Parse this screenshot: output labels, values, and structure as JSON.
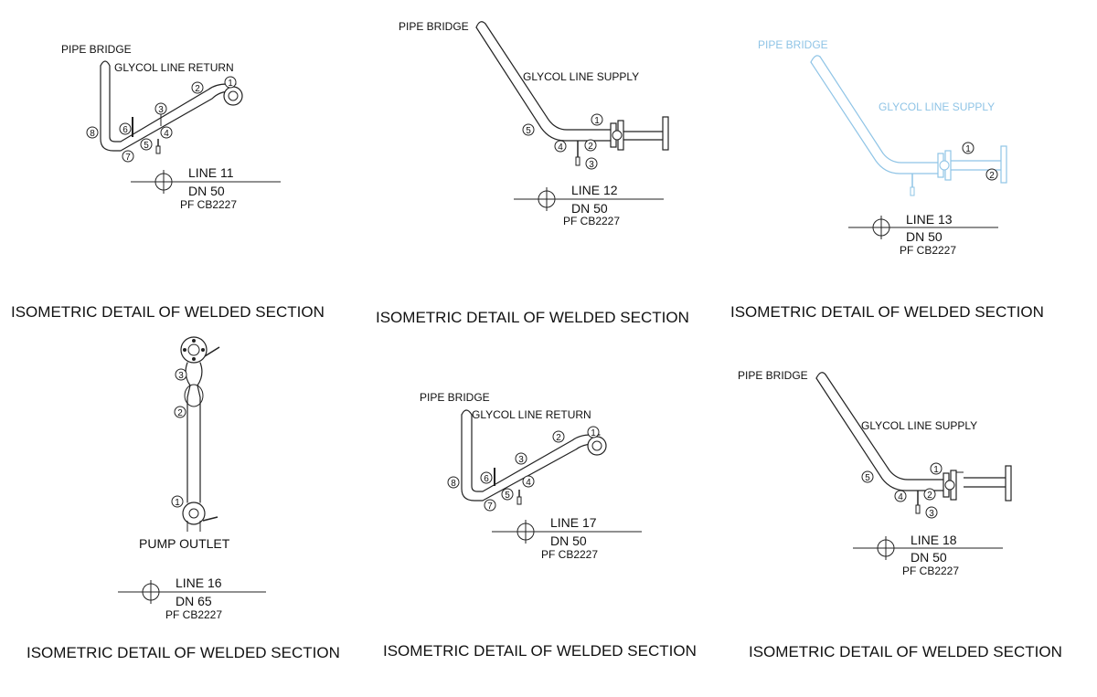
{
  "details": [
    {
      "labels": [
        "PIPE BRIDGE",
        "GLYCOL LINE RETURN"
      ],
      "tags": [
        "1",
        "2",
        "3",
        "4",
        "5",
        "6",
        "7",
        "8"
      ],
      "line": "LINE 11",
      "dn": "DN 50",
      "pf": "PF CB2227",
      "caption": "ISOMETRIC DETAIL OF WELDED SECTION"
    },
    {
      "labels": [
        "PIPE BRIDGE",
        "GLYCOL LINE SUPPLY"
      ],
      "tags": [
        "1",
        "2",
        "3",
        "4",
        "5"
      ],
      "line": "LINE 12",
      "dn": "DN 50",
      "pf": "PF CB2227",
      "caption": "ISOMETRIC DETAIL OF WELDED SECTION"
    },
    {
      "labels": [
        "PIPE BRIDGE",
        "GLYCOL LINE SUPPLY"
      ],
      "tags": [
        "1",
        "2"
      ],
      "line": "LINE 13",
      "dn": "DN 50",
      "pf": "PF CB2227",
      "caption": "ISOMETRIC DETAIL OF WELDED SECTION",
      "color": "#8fc4e6"
    },
    {
      "labels": [
        "PUMP OUTLET"
      ],
      "tags": [
        "1",
        "2",
        "3"
      ],
      "line": "LINE 16",
      "dn": "DN 65",
      "pf": "PF CB2227",
      "caption": "ISOMETRIC DETAIL OF WELDED SECTION"
    },
    {
      "labels": [
        "PIPE BRIDGE",
        "GLYCOL LINE RETURN"
      ],
      "tags": [
        "1",
        "2",
        "3",
        "4",
        "5",
        "6",
        "7",
        "8"
      ],
      "line": "LINE 17",
      "dn": "DN 50",
      "pf": "PF CB2227",
      "caption": "ISOMETRIC DETAIL OF WELDED SECTION"
    },
    {
      "labels": [
        "PIPE BRIDGE",
        "GLYCOL LINE SUPPLY"
      ],
      "tags": [
        "1",
        "2",
        "3",
        "4",
        "5"
      ],
      "line": "LINE 18",
      "dn": "DN 50",
      "pf": "PF CB2227",
      "caption": "ISOMETRIC DETAIL OF WELDED SECTION"
    }
  ]
}
